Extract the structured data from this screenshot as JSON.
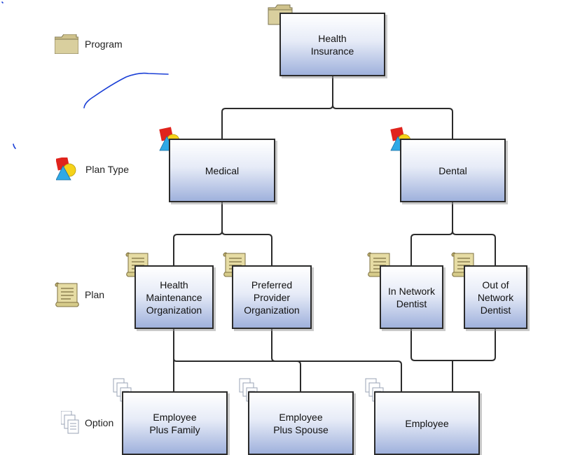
{
  "legend": {
    "program": {
      "label": "Program",
      "icon": "folder-icon"
    },
    "plan_type": {
      "label": "Plan Type",
      "icon": "plan-type-shapes-icon"
    },
    "plan": {
      "label": "Plan",
      "icon": "scroll-icon"
    },
    "option": {
      "label": "Option",
      "icon": "documents-icon"
    }
  },
  "nodes": {
    "health_insurance": "Health\nInsurance",
    "medical": "Medical",
    "dental": "Dental",
    "hmo": "Health\nMaintenance\nOrganization",
    "ppo": "Preferred\nProvider\nOrganization",
    "in_network": "In Network\nDentist",
    "out_network": "Out of\nNetwork\nDentist",
    "employee_family": "Employee\nPlus Family",
    "employee_spouse": "Employee\nPlus Spouse",
    "employee": "Employee"
  },
  "colors": {
    "connector": "#2b2b2b",
    "annotation_ink": "#1a3fd6",
    "node_gradient_top": "#ffffff",
    "node_gradient_bottom": "#9fb1dc",
    "folder": "#c9bd86",
    "scroll": "#e2d79a"
  }
}
